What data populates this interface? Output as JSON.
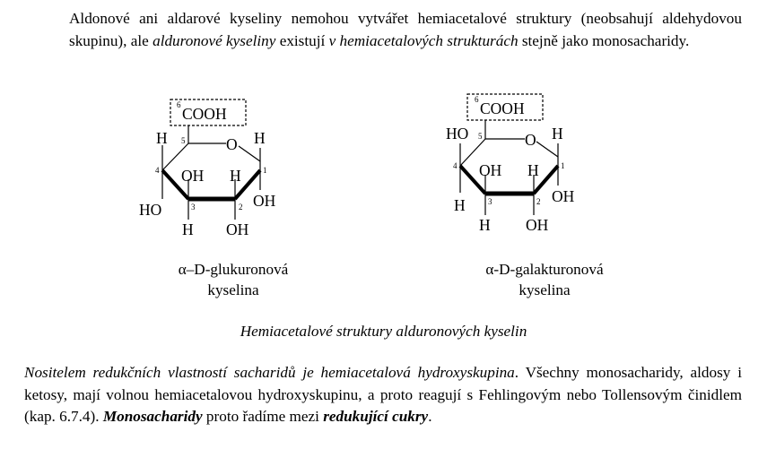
{
  "intro": {
    "part1": "Aldonové ani aldarové kyseliny nemohou vytvářet hemiacetalové struktury (neobsahují aldehydovou skupinu), ale ",
    "italic1": "alduronové kyseliny",
    "part2": " existují ",
    "italic2": "v hemiacetalových strukturách",
    "part3": " stejně jako monosacharidy."
  },
  "molecule1": {
    "group": "COOH",
    "group_locant": "6",
    "name_line1": "α–D-glukuronová",
    "name_line2": "kyselina",
    "ring_o": "O",
    "c5_left": "H",
    "c1_right": "H",
    "c4_top": "OH",
    "c1_top": "H",
    "c4_bottom": "HO",
    "c3_bottom": "H",
    "c2_bottom": "OH",
    "c1_bottom": "OH",
    "locants": [
      "5",
      "4",
      "3",
      "2",
      "1"
    ]
  },
  "molecule2": {
    "group": "COOH",
    "group_locant": "6",
    "name_line1": "α-D-galakturonová",
    "name_line2": "kyselina",
    "ring_o": "O",
    "c5_left": "HO",
    "c1_right": "H",
    "c4_top": "OH",
    "c1_top": "H",
    "c4_bottom": "H",
    "c3_bottom": "H",
    "c2_bottom": "OH",
    "c1_bottom": "OH",
    "locants": [
      "5",
      "4",
      "3",
      "2",
      "1"
    ]
  },
  "caption": "Hemiacetalové struktury alduronových kyselin",
  "closing": {
    "italic1": "Nositelem redukčních vlastností sacharidů je hemiacetalová hydroxyskupina",
    "part1": ". Všechny monosacharidy, aldosy i ketosy, mají volnou hemiacetalovou hydroxyskupinu, a proto reagují s Fehlingovým nebo Tollensovým činidlem (kap. 6.7.4). ",
    "bolditalic1": "Monosacharidy",
    "part2": " proto řadíme mezi ",
    "bolditalic2": "redukující cukry",
    "part3": "."
  }
}
